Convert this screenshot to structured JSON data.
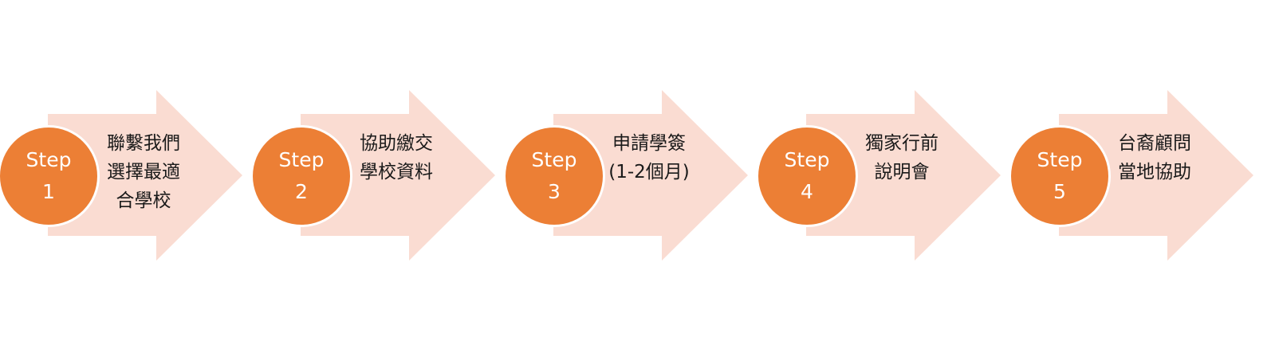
{
  "colors": {
    "arrow_fill": "#fadcd2",
    "circle_fill": "#ec7f35",
    "circle_text": "#ffffff",
    "step_text": "#1a1a1a"
  },
  "steps": [
    {
      "label": "Step",
      "number": "1",
      "lines": [
        "聯繫我們",
        "選擇最適",
        "合學校"
      ]
    },
    {
      "label": "Step",
      "number": "2",
      "lines": [
        "協助繳交",
        "學校資料"
      ]
    },
    {
      "label": "Step",
      "number": "3",
      "lines": [
        "申請學簽",
        "(1-2個月)"
      ]
    },
    {
      "label": "Step",
      "number": "4",
      "lines": [
        "獨家行前",
        "說明會"
      ]
    },
    {
      "label": "Step",
      "number": "5",
      "lines": [
        "台裔顧問",
        "當地協助"
      ]
    }
  ]
}
